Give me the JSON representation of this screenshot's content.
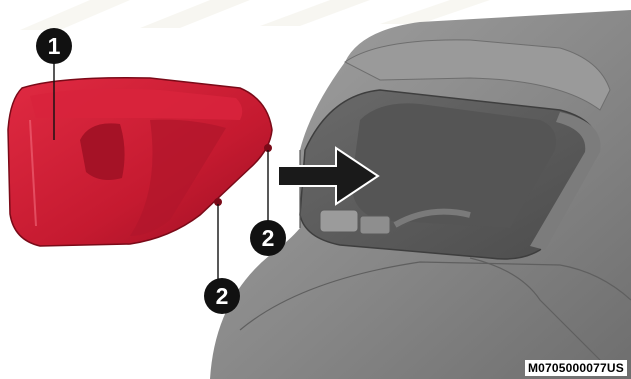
{
  "callouts": [
    {
      "label": "1",
      "part": "tail-lamp-assembly"
    },
    {
      "label": "2",
      "part": "mounting-pin"
    },
    {
      "label": "2",
      "part": "mounting-pin"
    }
  ],
  "image_code": "M0705000077US",
  "colors": {
    "lamp_red": "#c81a32",
    "body_gray": "#8a8a8a",
    "cavity_dark": "#5c5c5c",
    "callout_fill": "#111111",
    "arrow_fill": "#1a1a1a"
  }
}
